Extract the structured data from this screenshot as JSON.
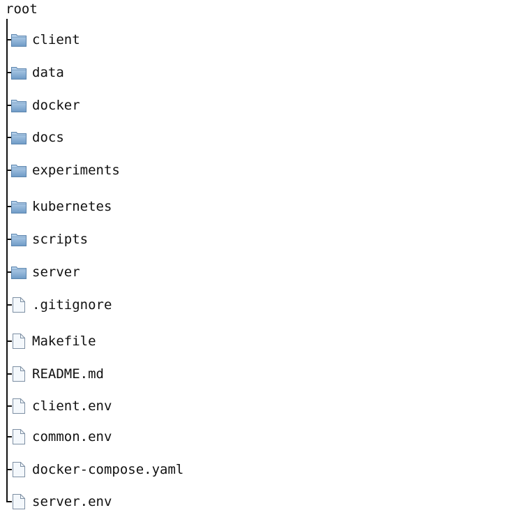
{
  "root": {
    "label": "root"
  },
  "entries": [
    {
      "name": "client",
      "kind": "folder"
    },
    {
      "name": "data",
      "kind": "folder"
    },
    {
      "name": "docker",
      "kind": "folder"
    },
    {
      "name": "docs",
      "kind": "folder"
    },
    {
      "name": "experiments",
      "kind": "folder"
    },
    {
      "name": "kubernetes",
      "kind": "folder"
    },
    {
      "name": "scripts",
      "kind": "folder"
    },
    {
      "name": "server",
      "kind": "folder"
    },
    {
      "name": ".gitignore",
      "kind": "file"
    },
    {
      "name": "Makefile",
      "kind": "file"
    },
    {
      "name": "README.md",
      "kind": "file"
    },
    {
      "name": "client.env",
      "kind": "file"
    },
    {
      "name": "common.env",
      "kind": "file"
    },
    {
      "name": "docker-compose.yaml",
      "kind": "file"
    },
    {
      "name": "server.env",
      "kind": "file"
    }
  ],
  "colors": {
    "folder_light": "#b9d3ec",
    "folder_dark": "#6e9ac6",
    "folder_edge": "#5b84ad",
    "file_fill": "#f4f8fc",
    "file_edge": "#7d8fa3",
    "line": "#111111"
  },
  "icons": {
    "folder": "folder-icon",
    "file": "file-icon"
  }
}
